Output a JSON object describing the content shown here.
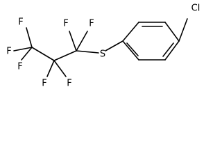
{
  "molecule": {
    "atom_labels": {
      "F": "F",
      "S": "S",
      "Cl": "Cl"
    },
    "line_color": "#000000",
    "background": "#ffffff"
  }
}
